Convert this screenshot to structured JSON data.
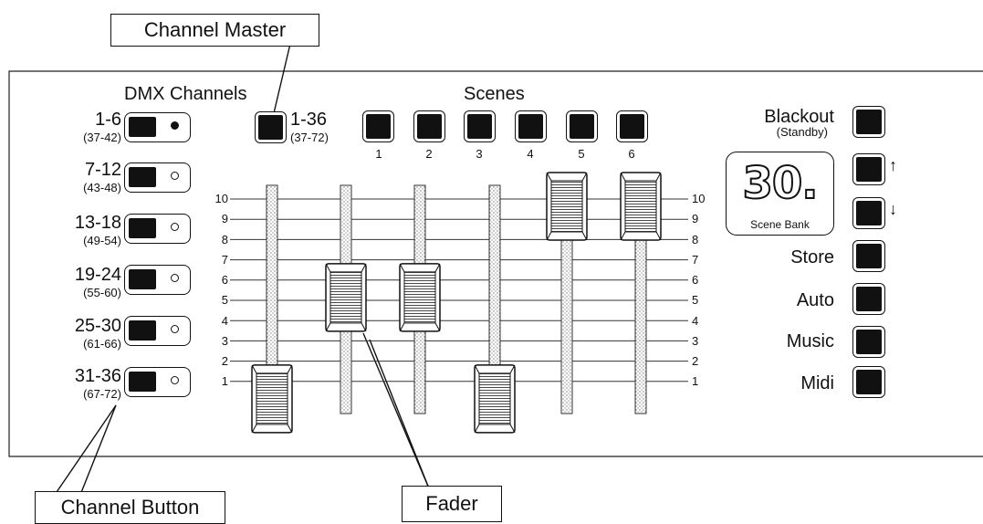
{
  "callouts": {
    "channel_master": "Channel Master",
    "channel_button": "Channel Button",
    "fader": "Fader"
  },
  "section_labels": {
    "dmx_channels": "DMX Channels",
    "scenes": "Scenes"
  },
  "channel_buttons": [
    {
      "range": "1-6",
      "sub": "(37-42)",
      "led_on": true
    },
    {
      "range": "7-12",
      "sub": "(43-48)",
      "led_on": false
    },
    {
      "range": "13-18",
      "sub": "(49-54)",
      "led_on": false
    },
    {
      "range": "19-24",
      "sub": "(55-60)",
      "led_on": false
    },
    {
      "range": "25-30",
      "sub": "(61-66)",
      "led_on": false
    },
    {
      "range": "31-36",
      "sub": "(67-72)",
      "led_on": false
    }
  ],
  "channel_master": {
    "range": "1-36",
    "sub": "(37-72)"
  },
  "scene_buttons": [
    "1",
    "2",
    "3",
    "4",
    "5",
    "6"
  ],
  "scale_left": [
    "10",
    "9",
    "8",
    "7",
    "6",
    "5",
    "4",
    "3",
    "2",
    "1"
  ],
  "scale_right": [
    "10",
    "9",
    "8",
    "7",
    "6",
    "5",
    "4",
    "3",
    "2",
    "1"
  ],
  "fader_levels": [
    0.5,
    5.5,
    5.5,
    0.5,
    10,
    10
  ],
  "right_panel": {
    "blackout": "Blackout",
    "standby": "(Standby)",
    "display_value": "30.",
    "scene_bank": "Scene Bank",
    "up_arrow": "↑",
    "down_arrow": "↓",
    "store": "Store",
    "auto": "Auto",
    "music": "Music",
    "midi": "Midi"
  }
}
